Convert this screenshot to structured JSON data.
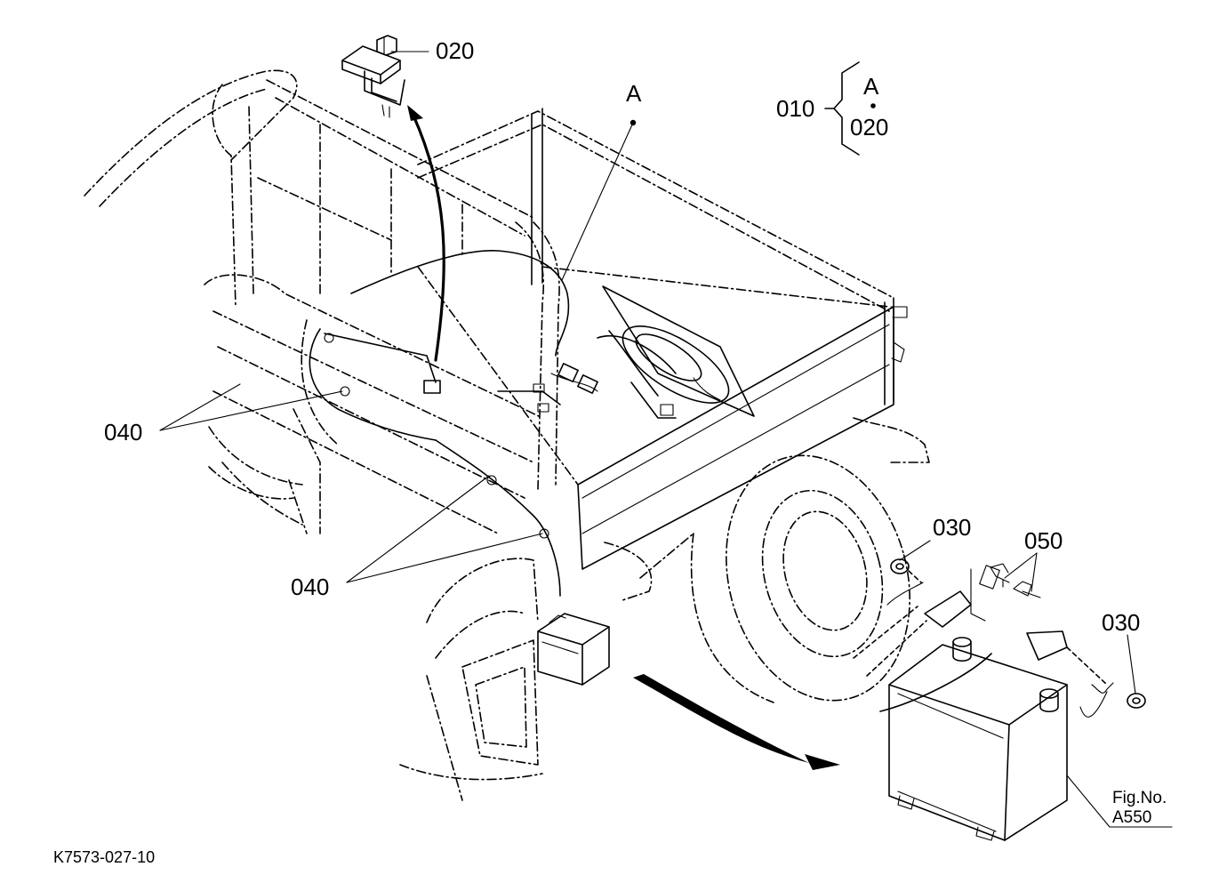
{
  "callouts": {
    "c020_top": "020",
    "c040_a": "040",
    "c040_b": "040",
    "c030_a": "030",
    "c030_b": "030",
    "c050": "050",
    "ref_A": "A"
  },
  "legend": {
    "code": "010",
    "letter": "A",
    "part": "020"
  },
  "figure_ref": {
    "label": "Fig.No.",
    "number": "A550"
  },
  "drawing_id": "K7573-027-10"
}
